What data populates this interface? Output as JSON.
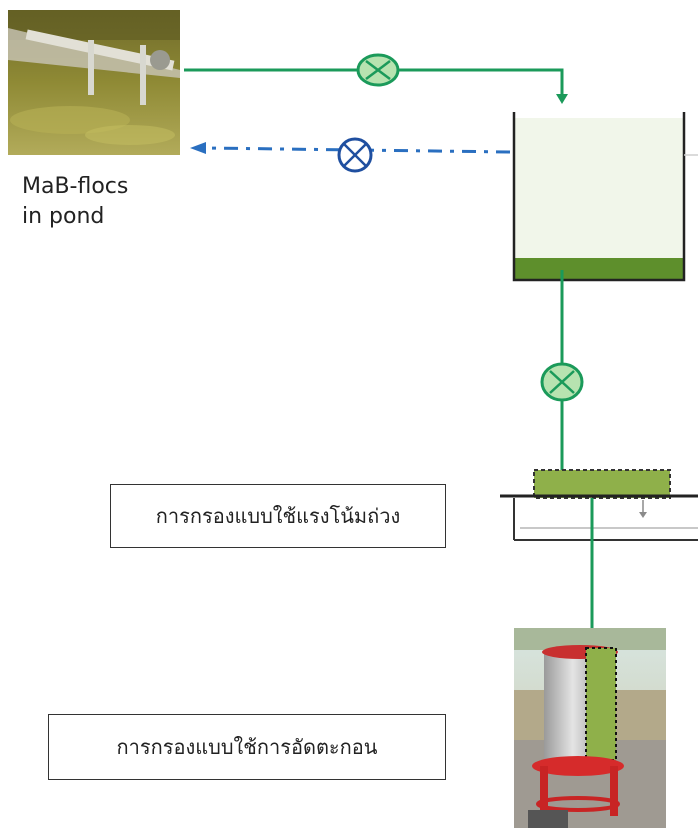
{
  "pond": {
    "label_line1": "MaB-flocs",
    "label_line2": "in pond"
  },
  "stages": {
    "vacuum_filtration": "การกรองแบบใช้แรงโน้มถ่วง",
    "press_filtration": "การกรองแบบใช้การอัดตะกอน"
  },
  "colors": {
    "flow_line": "#1b9a5a",
    "return_line": "#2a6fc0",
    "pump_fill": "#b7e3b0",
    "pump_stroke_return": "#1f4fa0",
    "sludge": "#5e8f2c",
    "tank_water": "#f1f6ea",
    "floc_cake": "#8fb04a"
  },
  "icons": [
    "pump-icon",
    "arrow-down-icon",
    "arrow-left-icon"
  ]
}
